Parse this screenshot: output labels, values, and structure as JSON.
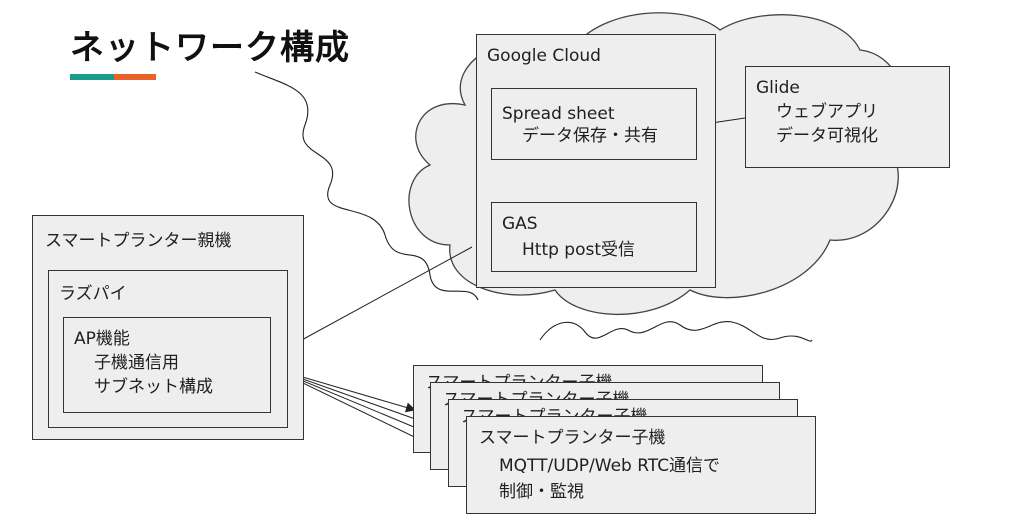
{
  "page": {
    "title": "ネットワーク構成",
    "accent_colors": [
      "#1a9b8c",
      "#e8622a"
    ]
  },
  "cloud": {
    "label": "Google Cloud",
    "spreadsheet": {
      "title": "Spread sheet",
      "subtitle": "データ保存・共有"
    },
    "gas": {
      "title": "GAS",
      "subtitle": "Http post受信"
    }
  },
  "glide": {
    "title": "Glide",
    "line1": "ウェブアプリ",
    "line2": "データ可視化"
  },
  "parent": {
    "title": "スマートプランター親機",
    "raspi": {
      "title": "ラズパイ",
      "ap": {
        "title": "AP機能",
        "line1": "子機通信用",
        "line2": "サブネット構成"
      }
    }
  },
  "children": {
    "title": "スマートプランター子機",
    "line1": "MQTT/UDP/Web RTC通信で",
    "line2": "制御・監視",
    "stack_count": 4
  },
  "colors": {
    "box_fill": "#eeeeee",
    "stroke": "#333333",
    "cloud_fill": "#eeeeee"
  }
}
